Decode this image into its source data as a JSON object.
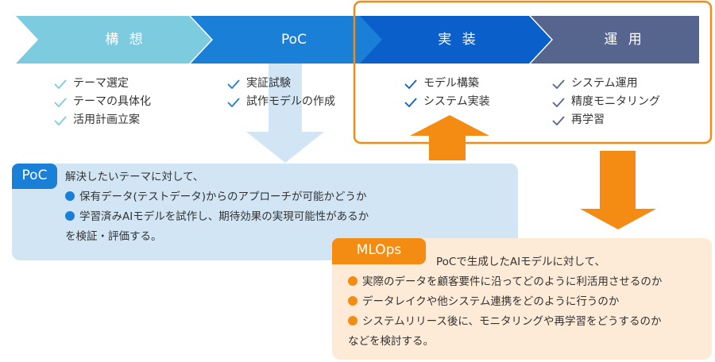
{
  "stages": [
    {
      "label": "構 想",
      "color": "#7ccbdf",
      "items": [
        "テーマ選定",
        "テーマの具体化",
        "活用計画立案"
      ],
      "check_color": "#7ccbdf"
    },
    {
      "label": "PoC",
      "color": "#1a7fd6",
      "items": [
        "実証試験",
        "試作モデルの作成"
      ],
      "check_color": "#1a7fd6"
    },
    {
      "label": "実 装",
      "color": "#0a5fcb",
      "items": [
        "モデル構築",
        "システム実装"
      ],
      "check_color": "#0a5fcb"
    },
    {
      "label": "運 用",
      "color": "#56658e",
      "items": [
        "システム運用",
        "精度モニタリング",
        "再学習"
      ],
      "check_color": "#56658e"
    }
  ],
  "poc_box": {
    "tag": "PoC",
    "intro": "解決したいテーマに対して、",
    "bullets": [
      "保有データ(テストデータ)からのアプローチが可能かどうか",
      "学習済みAIモデルを試作し、期待効果の実現可能性があるか"
    ],
    "outro": "を検証・評価する。",
    "bg_color": "#d2e5f5",
    "accent_color": "#1a7fd6"
  },
  "mlops_box": {
    "tag": "MLOps",
    "intro": "PoCで生成したAIモデルに対して、",
    "bullets": [
      "実際のデータを顧客要件に沿ってどのように利活用させるのか",
      "データレイクや他システム連携をどのように行うのか",
      "システムリリース後に、モニタリングや再学習をどうするのか"
    ],
    "outro": "などを検討する。",
    "bg_color": "#fdebd8",
    "accent_color": "#f48c14"
  },
  "highlight_frame_color": "#f48c14"
}
